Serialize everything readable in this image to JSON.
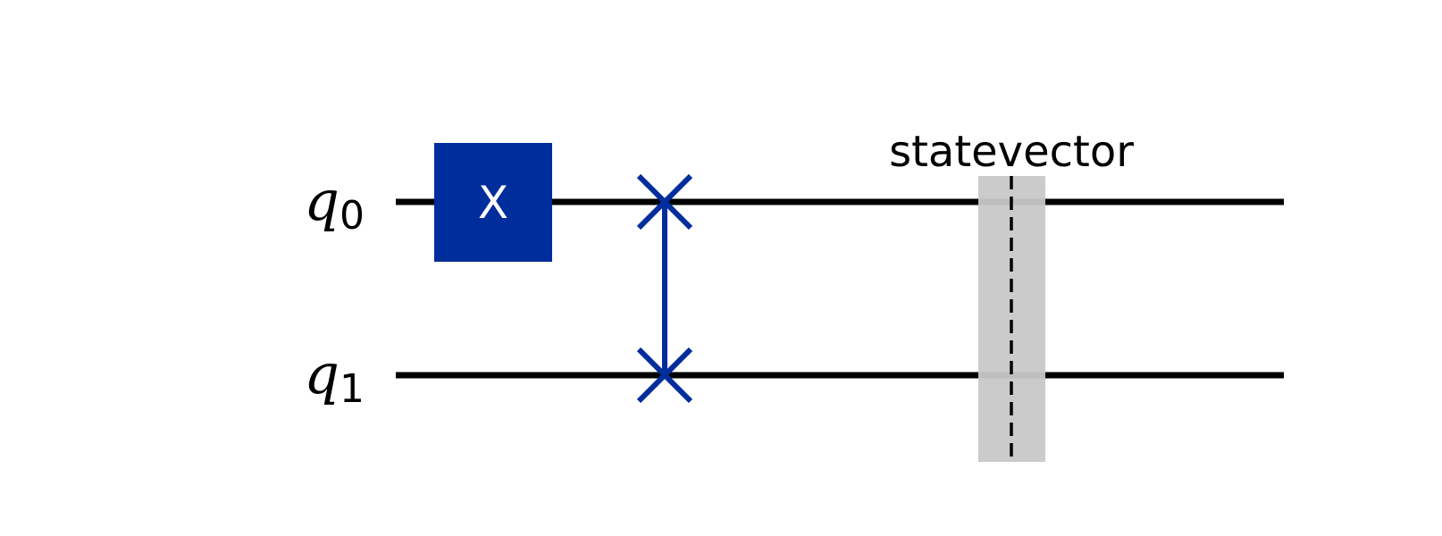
{
  "qubits": [
    {
      "name": "q",
      "index": "0"
    },
    {
      "name": "q",
      "index": "1"
    }
  ],
  "gates": [
    {
      "type": "X",
      "label": "X",
      "qubit": 0,
      "color": "#002d9c",
      "text_color": "#ffffff"
    },
    {
      "type": "swap",
      "qubits": [
        0,
        1
      ],
      "color": "#002d9c"
    }
  ],
  "barrier": {
    "label": "statevector",
    "band_color": "#c8c8c8",
    "line_color": "#000000"
  },
  "colors": {
    "wire": "#000000",
    "background": "#ffffff"
  }
}
